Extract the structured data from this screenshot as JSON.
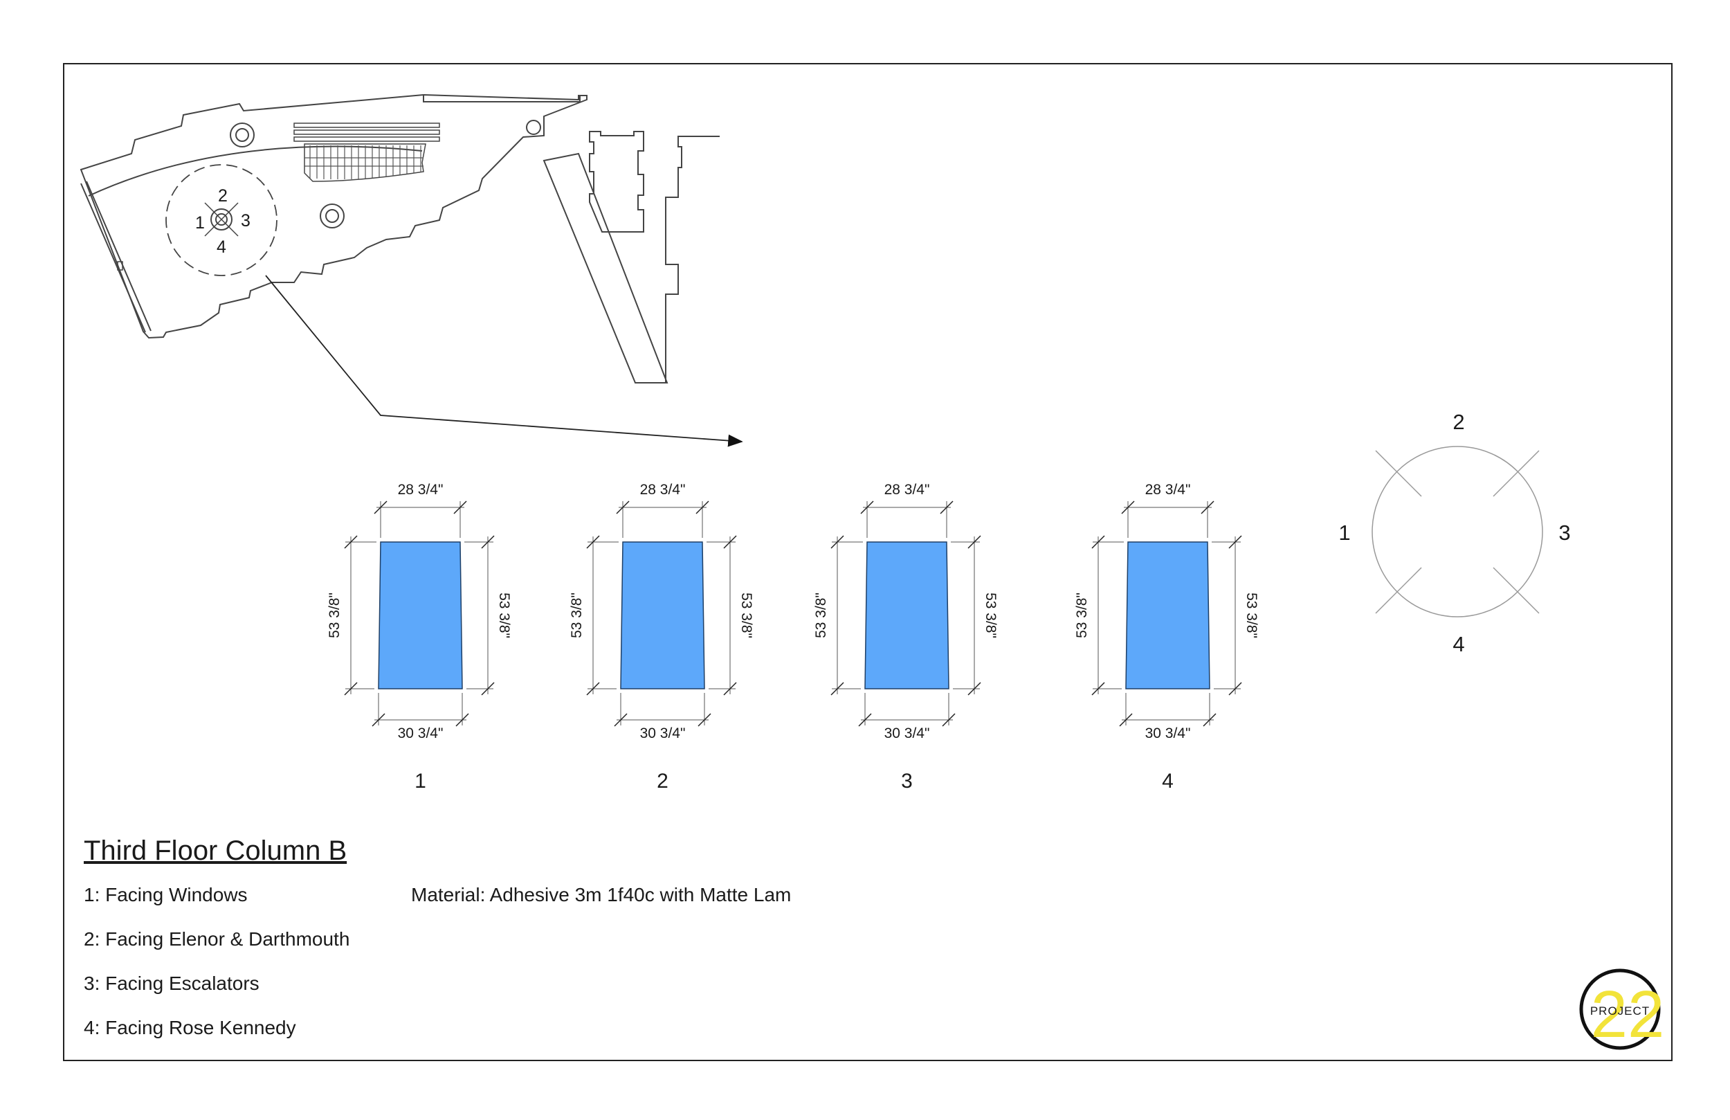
{
  "title": "Third Floor Column B",
  "legend": [
    "1: Facing Windows",
    "2: Facing Elenor & Darthmouth",
    "3: Facing Escalators",
    "4: Facing Rose Kennedy"
  ],
  "material": "Material: Adhesive 3m 1f40c with Matte Lam",
  "plan_view": {
    "column_labels": [
      "1",
      "2",
      "3",
      "4"
    ]
  },
  "compass": {
    "labels": [
      "1",
      "2",
      "3",
      "4"
    ]
  },
  "panels": [
    {
      "number": "1",
      "top": "28 3/4\"",
      "bottom": "30 3/4\"",
      "left": "53 3/8\"",
      "right": "53 3/8\""
    },
    {
      "number": "2",
      "top": "28 3/4\"",
      "bottom": "30 3/4\"",
      "left": "53 3/8\"",
      "right": "53 3/8\""
    },
    {
      "number": "3",
      "top": "28 3/4\"",
      "bottom": "30 3/4\"",
      "left": "53 3/8\"",
      "right": "53 3/8\""
    },
    {
      "number": "4",
      "top": "28 3/4\"",
      "bottom": "30 3/4\"",
      "left": "53 3/8\"",
      "right": "53 3/8\""
    }
  ],
  "logo": {
    "text": "PROJECT",
    "numeral": "22"
  },
  "colors": {
    "panel_fill": "#5DA8FA",
    "logo_accent": "#F2E33A"
  }
}
